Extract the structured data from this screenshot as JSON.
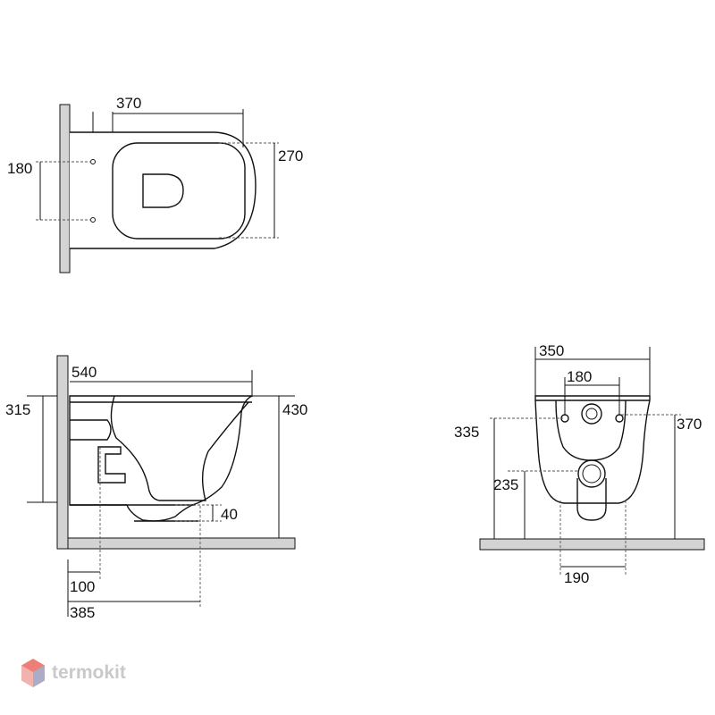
{
  "top_view": {
    "dim_length": "370",
    "dim_width": "270",
    "dim_bolt_spacing": "180"
  },
  "side_view": {
    "dim_depth": "540",
    "dim_bolt_height": "315",
    "dim_height": "430",
    "dim_outlet_height": "40",
    "dim_outlet_offset_small": "100",
    "dim_outlet_offset_large": "385"
  },
  "back_view": {
    "dim_width": "350",
    "dim_inlet_spacing": "180",
    "dim_bolt_height_left": "335",
    "dim_bolt_height_right": "370",
    "dim_outlet_height": "235",
    "dim_outlet_width": "190"
  },
  "watermark": {
    "text": "termokit",
    "logo": "hexagon-logo-icon",
    "colors": {
      "red": "#e8554e",
      "blue": "#7aa7d8"
    }
  }
}
